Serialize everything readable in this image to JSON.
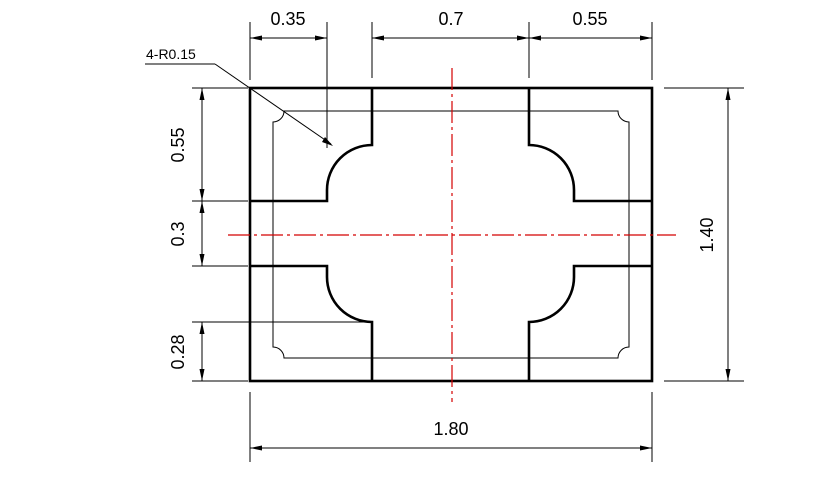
{
  "colors": {
    "outline": "#000000",
    "centerline": "#d40000",
    "background": "#ffffff"
  },
  "dimensions": {
    "top_left": "0.35",
    "top_middle": "0.7",
    "top_right": "0.55",
    "left_upper": "0.55",
    "left_middle": "0.3",
    "left_lower": "0.28",
    "right_height": "1.40",
    "bottom_width": "1.80"
  },
  "callout": "4-R0.15"
}
